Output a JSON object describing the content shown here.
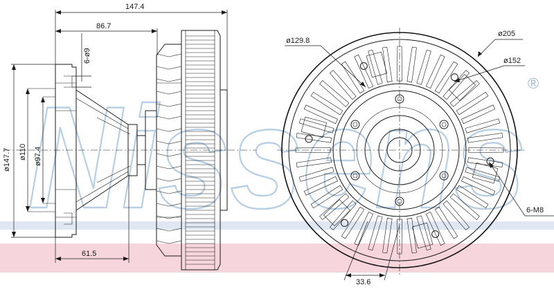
{
  "watermark": {
    "brand": "Nissens",
    "registered": "®",
    "band_color": "#f6d5dc",
    "stripe_color": "#c4d6e8"
  },
  "dimensions": {
    "overall_length": "147.4",
    "flange_to_center": "86.7",
    "bolt_holes_side": "6-ø9",
    "overall_diameter": "ø147.7",
    "pilot_diameter": "ø110",
    "bore_diameter": "ø97.4",
    "flange_depth": "61.5",
    "bolt_circle": "ø129.8",
    "fan_diameter": "ø205",
    "fan_bolt_circle": "ø152",
    "thread_holes": "6-M8",
    "hole_spacing": "33.6"
  }
}
